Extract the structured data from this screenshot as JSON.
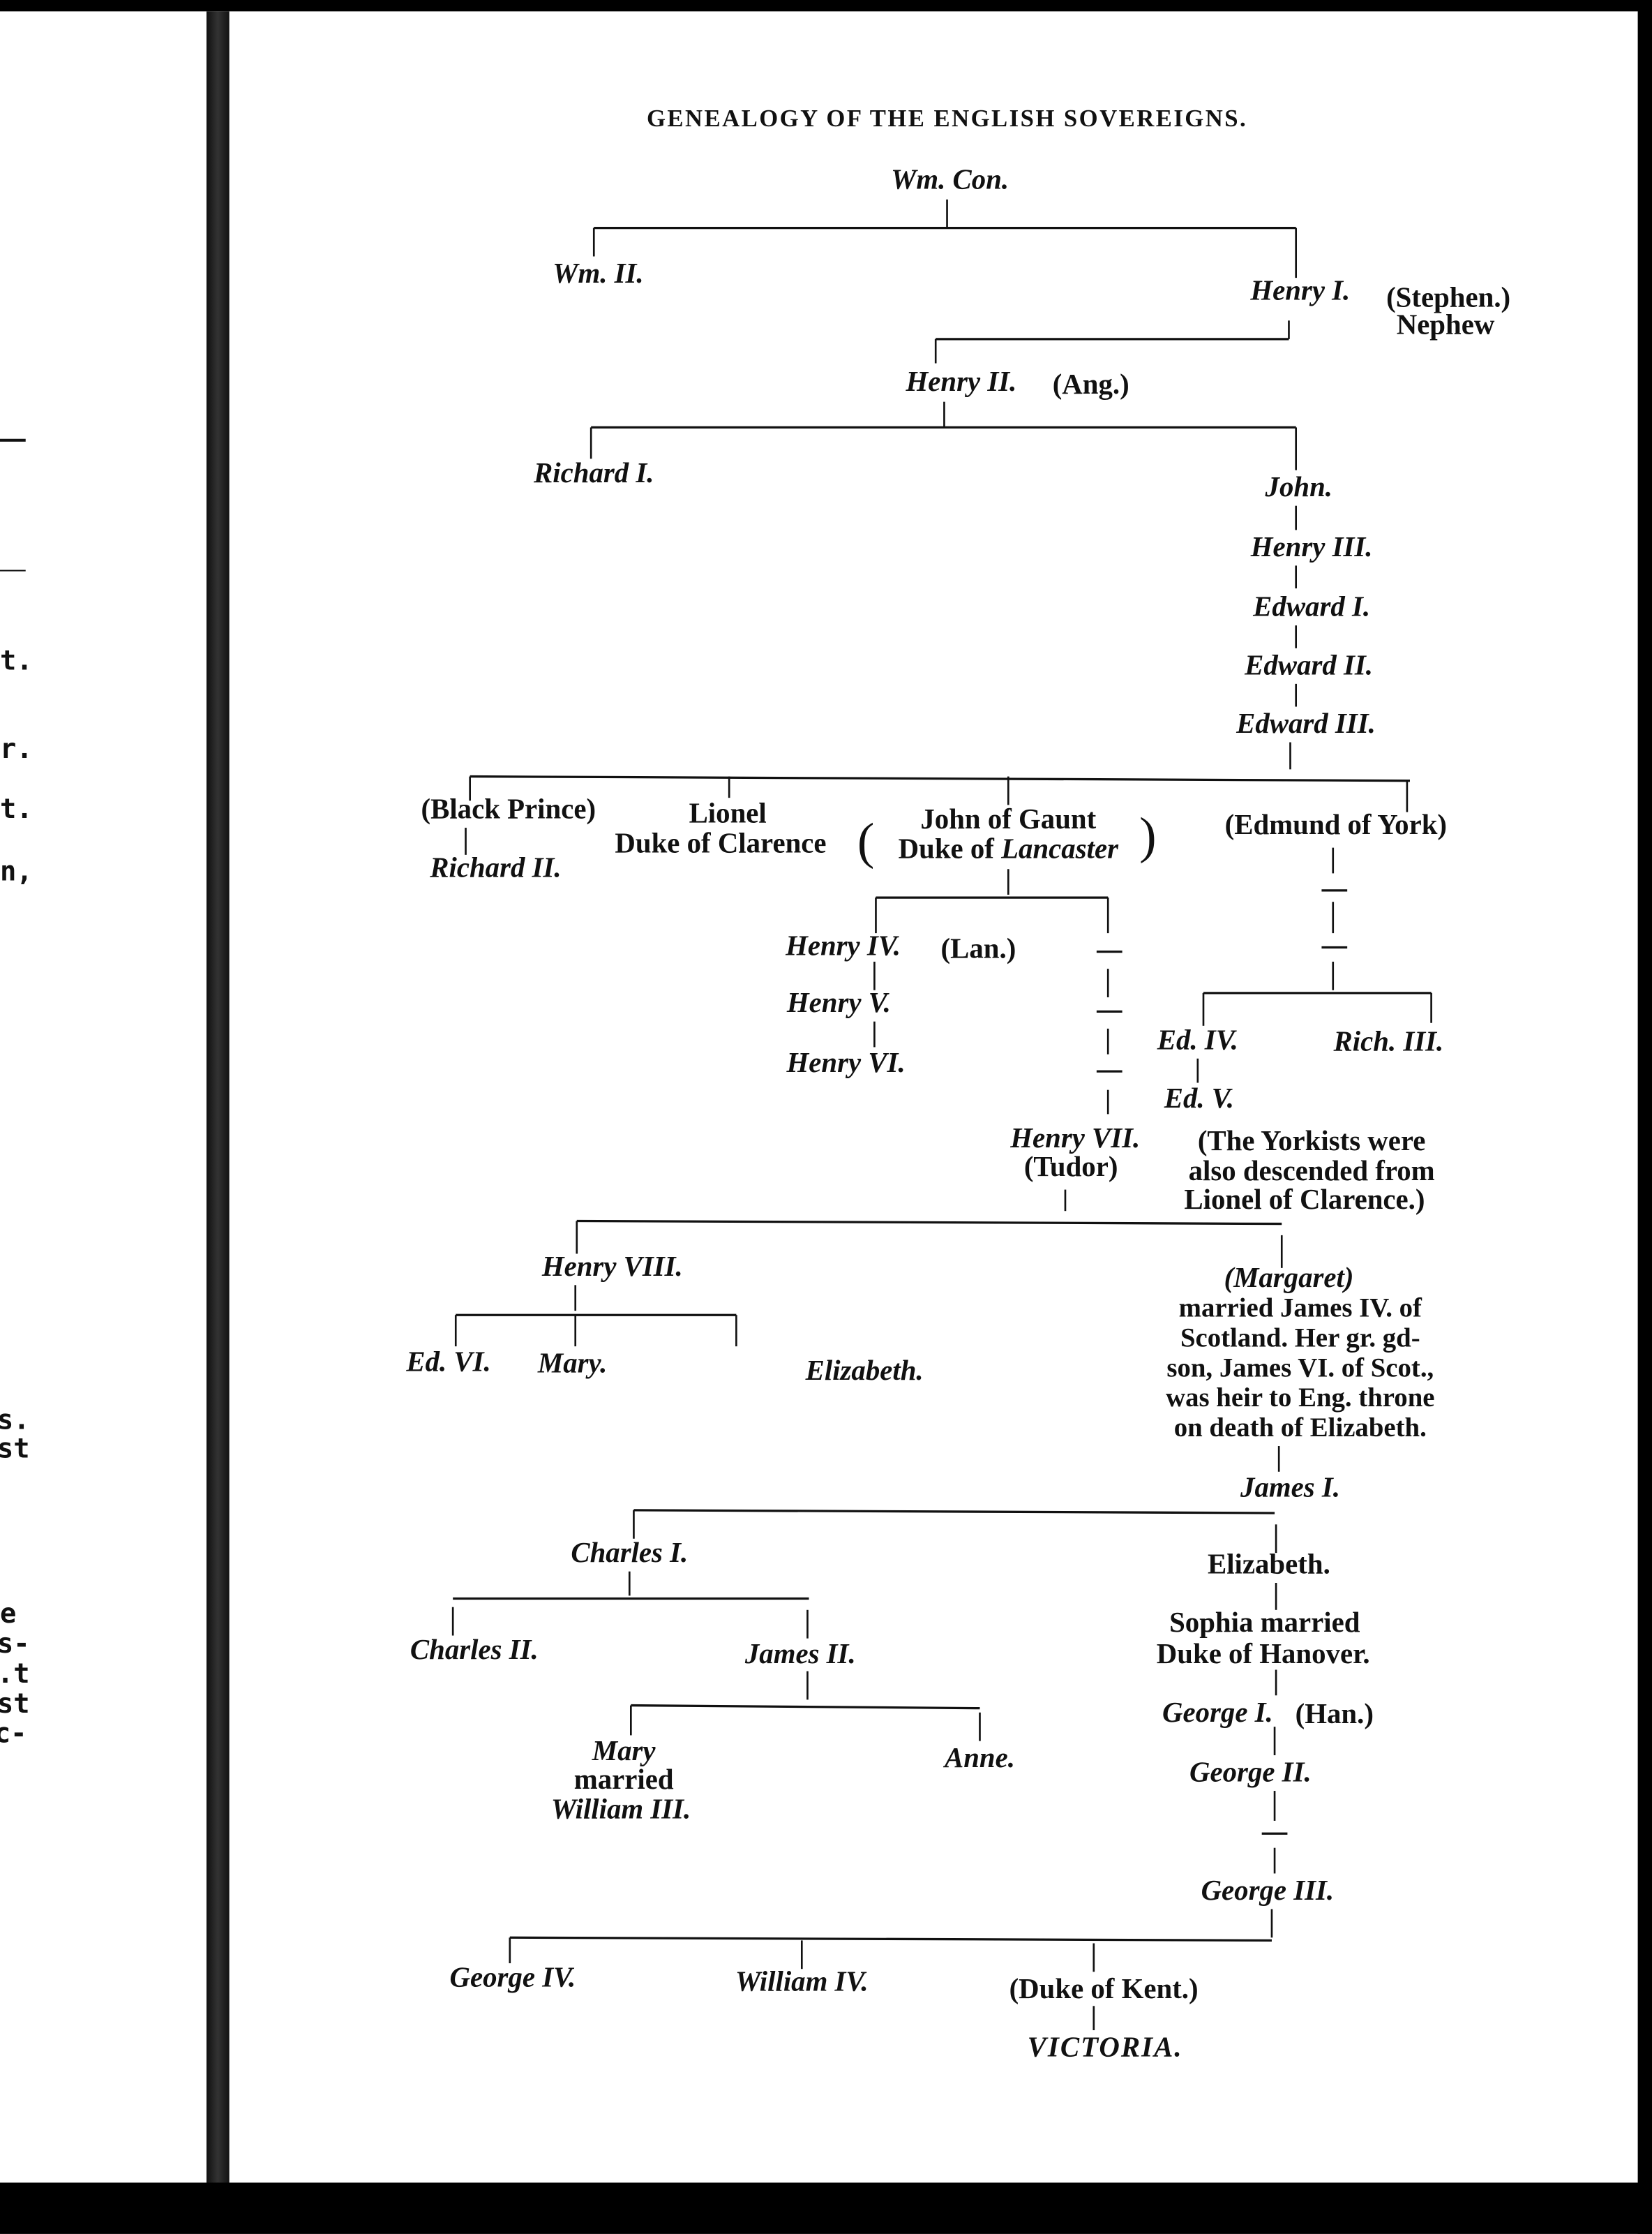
{
  "title": "GENEALOGY OF THE ENGLISH SOVEREIGNS.",
  "left_page_fragments": [
    "t.",
    "r.",
    "t.",
    "n,",
    "s.",
    "st",
    "e",
    "s-",
    ".t",
    "st",
    "c-"
  ],
  "people": {
    "wm_con": "Wm. Con.",
    "wm_ii": "Wm. II.",
    "henry_i": "Henry I.",
    "stephen": "(Stephen.)",
    "nephew": "Nephew",
    "henry_ii": "Henry II.",
    "ang": "(Ang.)",
    "richard_i": "Richard I.",
    "john": "John.",
    "henry_iii": "Henry III.",
    "edward_i": "Edward I.",
    "edward_ii": "Edward II.",
    "edward_iii": "Edward III.",
    "black_prince": "(Black Prince)",
    "richard_ii": "Richard II.",
    "lionel": "Lionel",
    "duke_clarence": "Duke of Clarence",
    "john_gaunt": "John of Gaunt",
    "duke_of": "Duke of",
    "lancaster": "Lancaster",
    "edmund_york": "(Edmund of York)",
    "henry_iv": "Henry IV.",
    "lan": "(Lan.)",
    "henry_v": "Henry V.",
    "henry_vi": "Henry VI.",
    "ed_iv": "Ed. IV.",
    "rich_iii": "Rich. III.",
    "ed_v": "Ed. V.",
    "henry_vii": "Henry VII.",
    "tudor": "(Tudor)",
    "yorkists_note": [
      "(The Yorkists were",
      "also descended from",
      "Lionel of Clarence.)"
    ],
    "henry_viii": "Henry VIII.",
    "margaret": "(Margaret)",
    "margaret_note": [
      "married James IV. of",
      "Scotland. Her gr. gd-",
      "son, James VI. of Scot.,",
      "was heir to Eng. throne",
      "on death of Elizabeth."
    ],
    "ed_vi": "Ed. VI.",
    "mary_i": "Mary.",
    "elizabeth_i": "Elizabeth.",
    "james_i": "James I.",
    "charles_i": "Charles I.",
    "elizabeth_daughter": "Elizabeth.",
    "charles_ii": "Charles II.",
    "james_ii": "James II.",
    "sophia": [
      "Sophia married",
      "Duke of Hanover."
    ],
    "george_i": "George I.",
    "han": "(Han.)",
    "george_ii": "George II.",
    "mary_ii": [
      "Mary",
      "married",
      "William III."
    ],
    "anne": "Anne.",
    "george_iii": "George III.",
    "george_iv": "George IV.",
    "william_iv": "William IV.",
    "duke_kent": "(Duke of Kent.)",
    "victoria": "VICTORIA."
  }
}
